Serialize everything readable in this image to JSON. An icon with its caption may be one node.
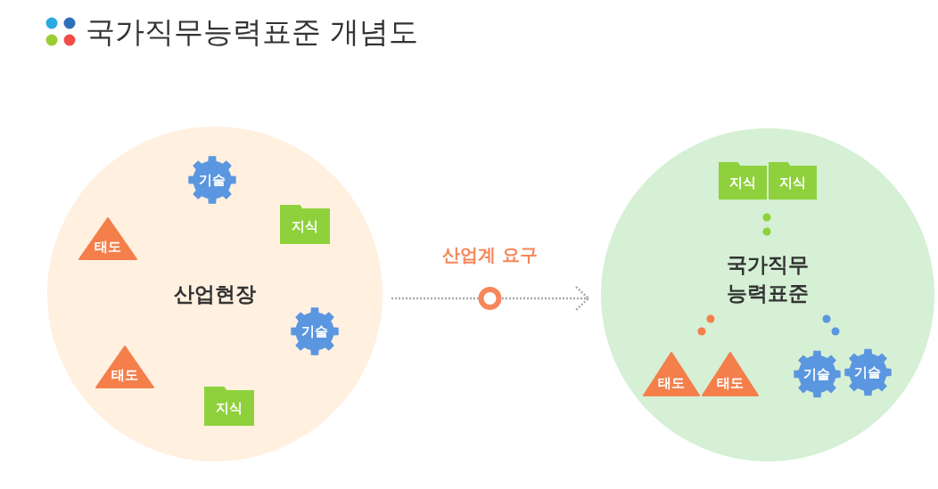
{
  "diagram": {
    "title": "국가직무능력표준 개념도",
    "nodes": [
      {
        "text": [
          "산업현장"
        ]
      },
      {
        "text": [
          "기술"
        ],
        "in": 0
      },
      {
        "text": [
          "지식"
        ],
        "in": 0
      },
      {
        "text": [
          "태도"
        ],
        "in": 0
      },
      {
        "text": [
          "기술"
        ],
        "in": 0
      },
      {
        "text": [
          "태도"
        ],
        "in": 0
      },
      {
        "text": [
          "지식"
        ],
        "in": 0
      },
      {
        "text": [
          "국가직무 능력표준"
        ]
      },
      {
        "text": [
          "지식"
        ],
        "in": 7
      },
      {
        "text": [
          "지식"
        ],
        "in": 7
      },
      {
        "text": [
          "태도"
        ],
        "in": 7
      },
      {
        "text": [
          "태도"
        ],
        "in": 7
      },
      {
        "text": [
          "기술"
        ],
        "in": 7
      },
      {
        "text": [
          "기술"
        ],
        "in": 7
      }
    ],
    "edges": [
      {
        "from": 0,
        "to": 7,
        "arrow": "to",
        "label": "산업계 요구",
        "style": "dashed"
      }
    ]
  }
}
